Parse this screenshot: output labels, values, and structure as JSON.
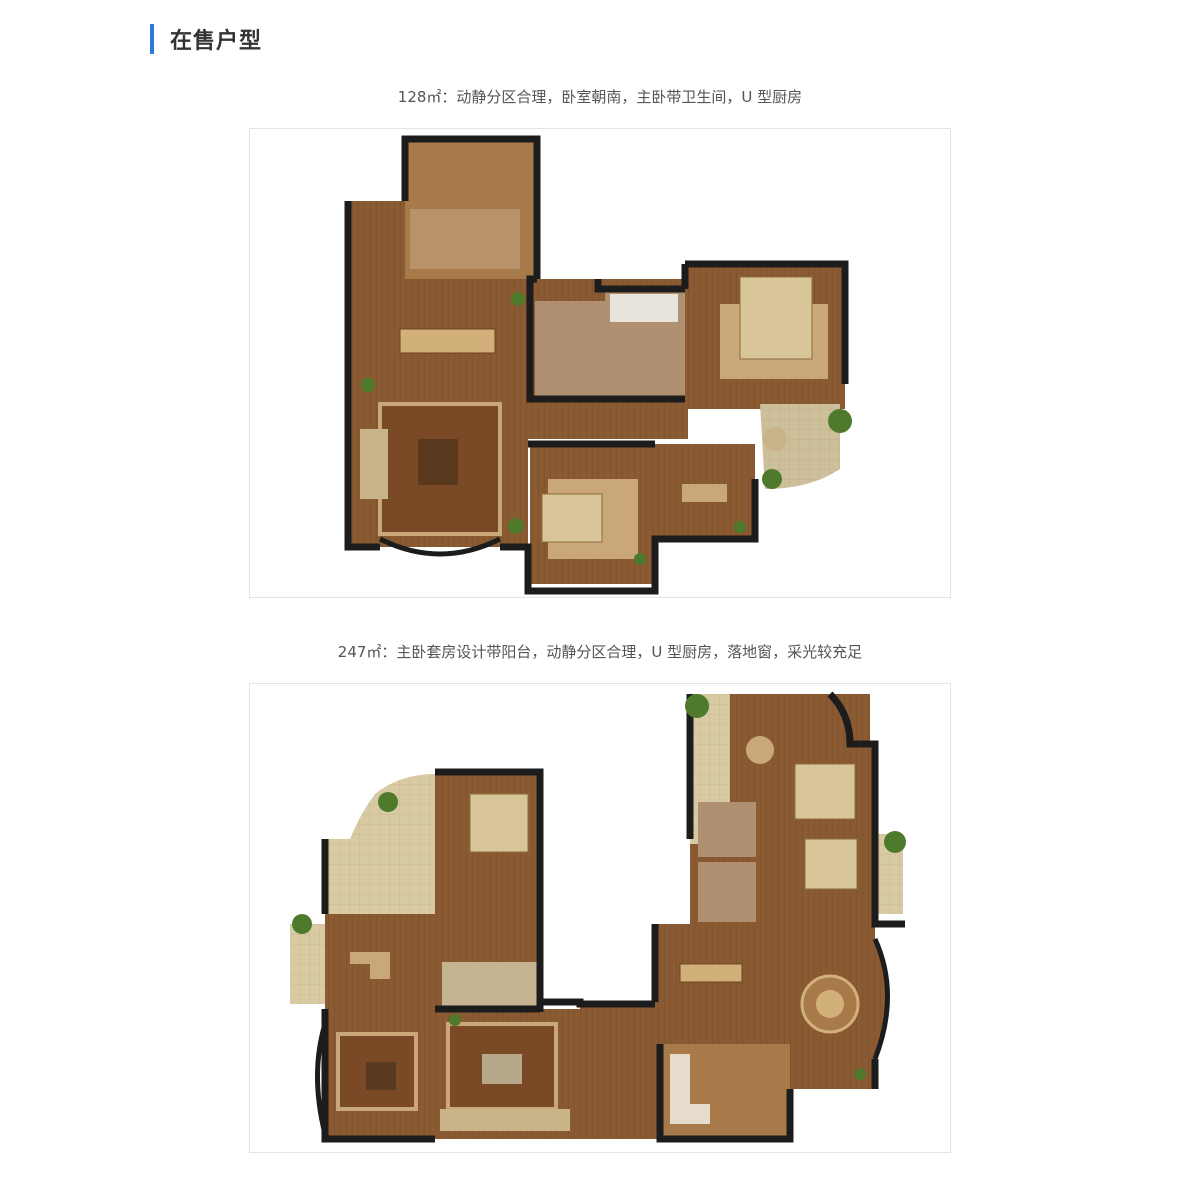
{
  "section": {
    "title": "在售户型",
    "accent_color": "#2f7ad8"
  },
  "plans": [
    {
      "caption": "128㎡：动静分区合理，卧室朝南，主卧带卫生间，U 型厨房",
      "image_label": "floor-plan-128"
    },
    {
      "caption": "247㎡：主卧套房设计带阳台，动静分区合理，U 型厨房，落地窗，采光较充足",
      "image_label": "floor-plan-247"
    }
  ],
  "colors": {
    "wall": "#1c1c1c",
    "wood_floor": "#8a5a32",
    "wood_floor_dark": "#6e4524",
    "tile": "#cdbf99",
    "rug": "#7a4a26",
    "rug_light": "#c9a779",
    "bed": "#d9c59a",
    "plant": "#4f7a2c"
  }
}
